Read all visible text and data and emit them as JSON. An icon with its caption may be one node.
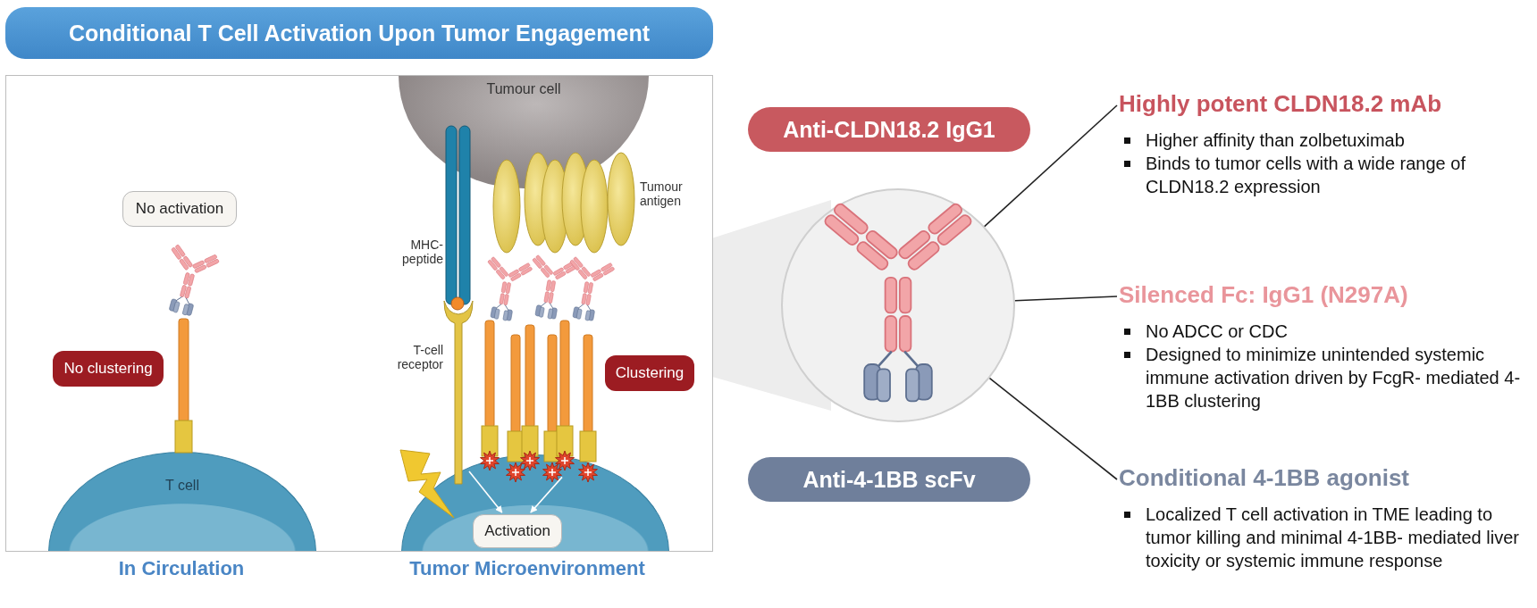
{
  "diagram": {
    "title": "Conditional T Cell Activation Upon Tumor Engagement",
    "nodes": [
      {
        "text": [],
        "shape": "box"
      },
      {
        "text": [
          "No activation"
        ],
        "in": 0
      },
      {
        "text": [
          "No clustering"
        ],
        "in": 0
      },
      {
        "text": [
          "T cell"
        ],
        "in": 0
      },
      {
        "text": [
          "Tumour cell"
        ],
        "in": 0
      },
      {
        "text": [
          "Clustering"
        ],
        "in": 0
      },
      {
        "text": [],
        "shape": "circle",
        "in": 0
      },
      {
        "text": [
          "Activation"
        ],
        "in": 6
      },
      {
        "text": [
          "Anti-CLDN18.2 IgG1"
        ]
      },
      {
        "text": [
          "Anti-4-1BB scFv"
        ]
      },
      {
        "text": [],
        "shape": "circle"
      },
      {
        "text": [
          "Highly potent CLDN18.2 mAb",
          "Higher affinity than zolbetuximab",
          "Binds to tumor cells with a wide range of CLDN18.2 expression"
        ]
      },
      {
        "text": [
          "Silenced Fc: IgG1 (N297A)",
          "No ADCC or CDC",
          "Designed to minimize unintended systemic immune activation driven by FcgR- mediated 4-1BB clustering"
        ]
      },
      {
        "text": [
          "Conditional 4-1BB agonist",
          "Localized T cell activation in TME leading to tumor killing and minimal 4-1BB- mediated liver toxicity or systemic immune response"
        ]
      },
      {
        "text": [],
        "shape": "cone"
      }
    ],
    "edges": [
      {
        "from": 10,
        "to": 11,
        "arrow": "none"
      },
      {
        "from": 10,
        "to": 12,
        "arrow": "none"
      },
      {
        "from": 10,
        "to": 13,
        "arrow": "none"
      },
      {
        "from": 6,
        "to": 7,
        "arrow": "to",
        "color": "#ffffff"
      },
      {
        "from": 6,
        "to": 7,
        "arrow": "to",
        "color": "#ffffff"
      }
    ],
    "labels": [
      "MHC- peptide",
      "Tumour antigen",
      "T-cell receptor",
      "In Circulation",
      "Tumor Microenvironment"
    ]
  }
}
